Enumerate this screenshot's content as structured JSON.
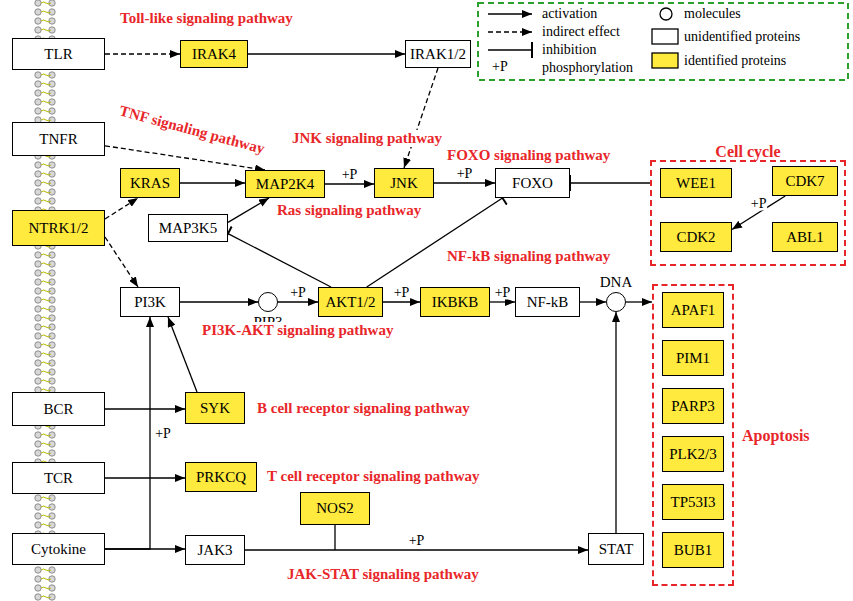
{
  "diagram": {
    "nodes": [
      {
        "text": [
          "TLR"
        ]
      },
      {
        "text": [
          "IRAK4"
        ]
      },
      {
        "text": [
          "IRAK1/2"
        ]
      },
      {
        "text": [
          "TNFR"
        ]
      },
      {
        "text": [
          "KRAS"
        ]
      },
      {
        "text": [
          "MAP2K4"
        ]
      },
      {
        "text": [
          "JNK"
        ]
      },
      {
        "text": [
          "FOXO"
        ]
      },
      {
        "text": [
          "Cell cycle"
        ]
      },
      {
        "text": [
          "WEE1"
        ],
        "in": 8
      },
      {
        "text": [
          "CDK7"
        ],
        "in": 8
      },
      {
        "text": [
          "CDK2"
        ],
        "in": 8
      },
      {
        "text": [
          "ABL1"
        ],
        "in": 8
      },
      {
        "text": [
          "NTRK1/2"
        ]
      },
      {
        "text": [
          "MAP3K5"
        ]
      },
      {
        "text": [
          "PI3K"
        ]
      },
      {
        "text": [
          "PIP3"
        ]
      },
      {
        "text": [
          "AKT1/2"
        ]
      },
      {
        "text": [
          "IKBKB"
        ]
      },
      {
        "text": [
          "NF-kB"
        ]
      },
      {
        "text": [
          "DNA"
        ]
      },
      {
        "text": [
          "Apoptosis"
        ]
      },
      {
        "text": [
          "APAF1"
        ],
        "in": 21
      },
      {
        "text": [
          "PIM1"
        ],
        "in": 21
      },
      {
        "text": [
          "PARP3"
        ],
        "in": 21
      },
      {
        "text": [
          "PLK2/3"
        ],
        "in": 21
      },
      {
        "text": [
          "TP53I3"
        ],
        "in": 21
      },
      {
        "text": [
          "BUB1"
        ],
        "in": 21
      },
      {
        "text": [
          "BCR"
        ]
      },
      {
        "text": [
          "SYK"
        ]
      },
      {
        "text": [
          "TCR"
        ]
      },
      {
        "text": [
          "PRKCQ"
        ]
      },
      {
        "text": [
          "NOS2"
        ]
      },
      {
        "text": [
          "Cytokine"
        ]
      },
      {
        "text": [
          "JAK3"
        ]
      },
      {
        "text": [
          "STAT"
        ]
      }
    ],
    "edges": [
      {
        "from": 0,
        "to": 1,
        "arrow": "to"
      },
      {
        "from": 1,
        "to": 2,
        "arrow": "to"
      },
      {
        "from": 2,
        "to": 6,
        "arrow": "to"
      },
      {
        "from": 3,
        "to": 5,
        "arrow": "to"
      },
      {
        "from": 4,
        "to": 5,
        "arrow": "to"
      },
      {
        "from": 5,
        "to": 6,
        "arrow": "to",
        "label": "+P"
      },
      {
        "from": 6,
        "to": 7,
        "arrow": "to",
        "label": "+P"
      },
      {
        "from": 8,
        "to": 7,
        "arrow": "to"
      },
      {
        "from": 10,
        "to": 11,
        "arrow": "to",
        "label": "+P"
      },
      {
        "from": 13,
        "to": 4,
        "arrow": "to"
      },
      {
        "from": 13,
        "to": 15,
        "arrow": "to"
      },
      {
        "from": 14,
        "to": 5,
        "arrow": "to"
      },
      {
        "from": 17,
        "to": 14,
        "arrow": "to"
      },
      {
        "from": 17,
        "to": 7,
        "arrow": "to"
      },
      {
        "from": 15,
        "to": 16,
        "arrow": "to"
      },
      {
        "from": 16,
        "to": 17,
        "arrow": "to",
        "label": "+P"
      },
      {
        "from": 17,
        "to": 18,
        "arrow": "to",
        "label": "+P"
      },
      {
        "from": 18,
        "to": 19,
        "arrow": "to",
        "label": "+P"
      },
      {
        "from": 19,
        "to": 20,
        "arrow": "to"
      },
      {
        "from": 20,
        "to": 21,
        "arrow": "to"
      },
      {
        "from": 28,
        "to": 29,
        "arrow": "to"
      },
      {
        "from": 29,
        "to": 15,
        "arrow": "to"
      },
      {
        "from": 30,
        "to": 31,
        "arrow": "to"
      },
      {
        "from": 33,
        "to": 15,
        "arrow": "to",
        "label": "+P"
      },
      {
        "from": 33,
        "to": 34,
        "arrow": "to"
      },
      {
        "from": 34,
        "to": 35,
        "arrow": "to",
        "label": "+P"
      },
      {
        "from": 35,
        "to": 20,
        "arrow": "to"
      }
    ],
    "labels": [
      "Toll-like signaling pathway",
      "TNF signaling pathway",
      "JNK signaling pathway",
      "FOXO signaling pathway",
      "Ras signaling pathway",
      "NF-kB signaling pathway",
      "PI3K-AKT signaling pathway",
      "B cell receptor signaling pathway",
      "T cell receptor signaling pathway",
      "JAK-STAT signaling pathway",
      "+P"
    ],
    "legend": [
      {
        "text": "activation"
      },
      {
        "text": "indirect effect"
      },
      {
        "text": "inhibition"
      },
      {
        "text": "phosphorylation"
      },
      {
        "text": "molecules"
      },
      {
        "text": "unidentified proteins",
        "color": "#ffffff"
      },
      {
        "text": "identified proteins",
        "color": "#ffea3d"
      }
    ]
  }
}
